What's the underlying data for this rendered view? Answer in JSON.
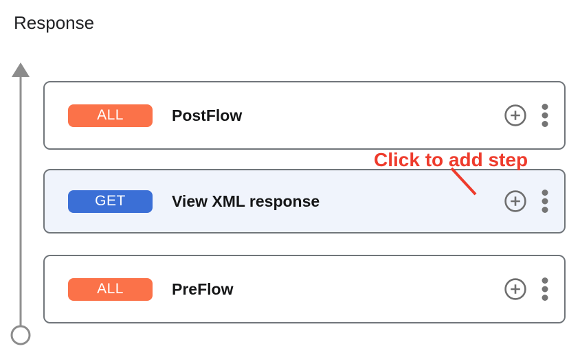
{
  "page": {
    "title": "Response"
  },
  "annotation": {
    "label": "Click to add step",
    "color": "#ee3b2c"
  },
  "flow": {
    "direction": "bottom-to-top",
    "cards": [
      {
        "verb": "ALL",
        "verb_color": "#fb7249",
        "name": "PostFlow",
        "highlighted": false
      },
      {
        "verb": "GET",
        "verb_color": "#3b6fd6",
        "name": "View XML response",
        "highlighted": true
      },
      {
        "verb": "ALL",
        "verb_color": "#fb7249",
        "name": "PreFlow",
        "highlighted": false
      }
    ],
    "card_actions": [
      {
        "icon": "add-circle-icon",
        "meaning": "add step"
      },
      {
        "icon": "more-options-icon",
        "meaning": "more options"
      }
    ],
    "highlight_background": "#f0f4fc",
    "rail_color": "#8c8c8c"
  }
}
